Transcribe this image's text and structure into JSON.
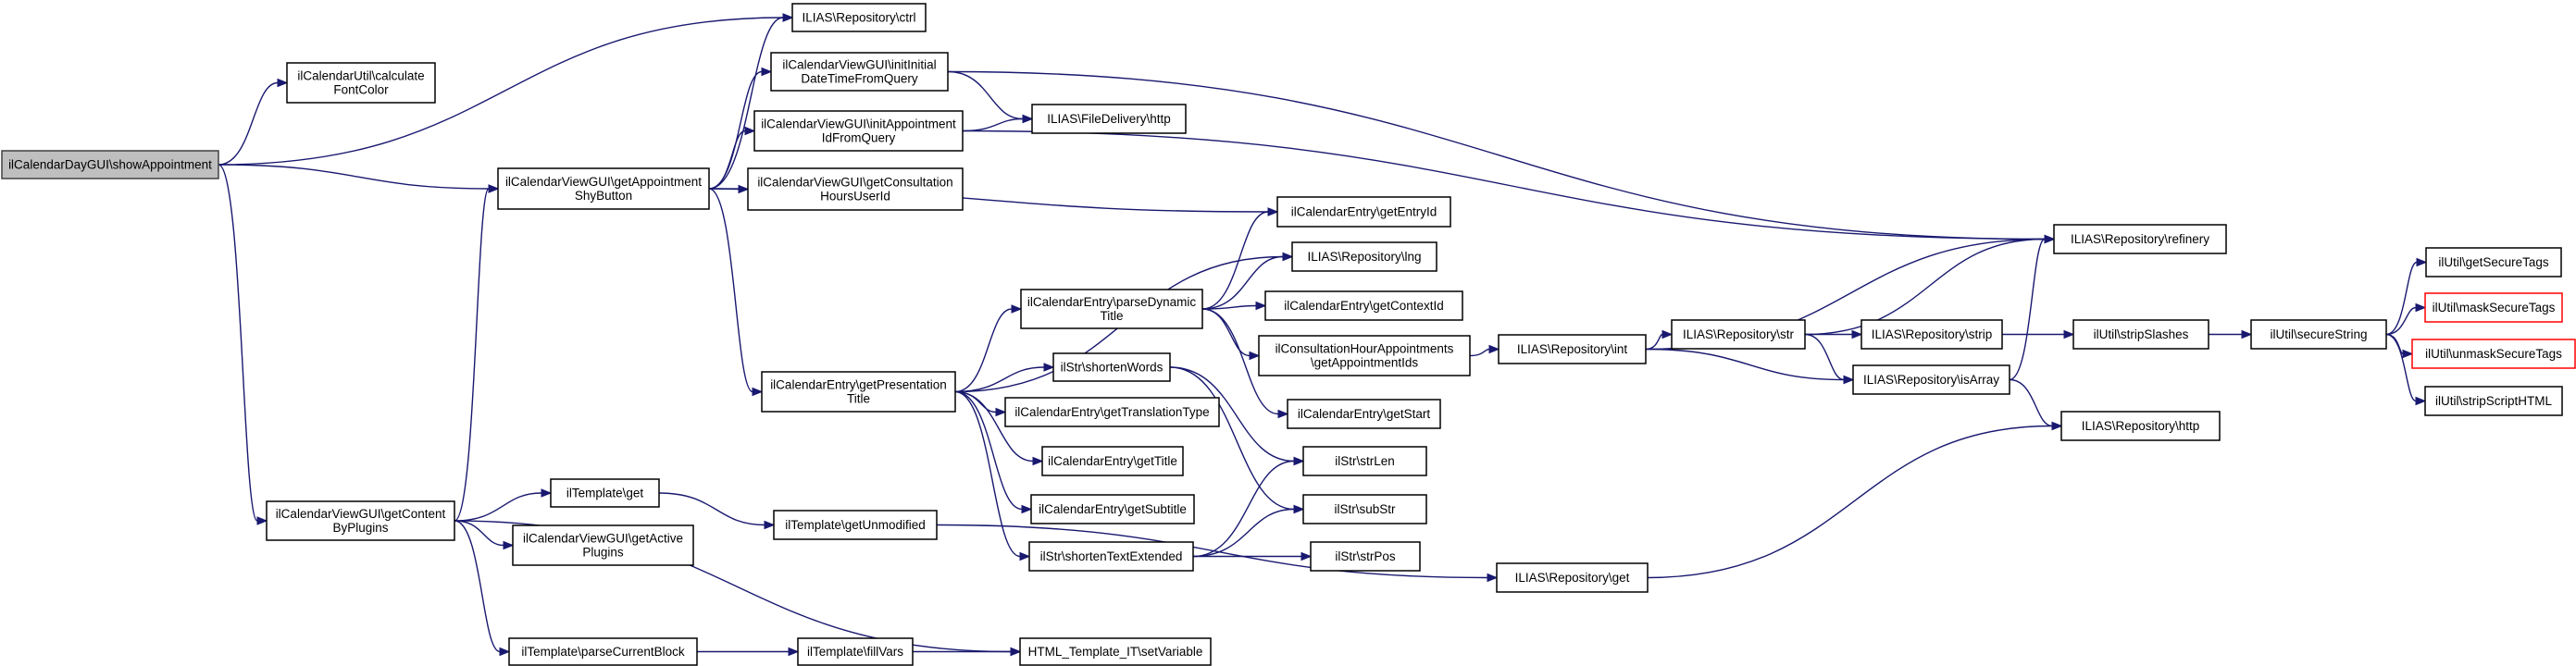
{
  "nodes": {
    "n_show": {
      "lines": [
        "ilCalendarDayGUI\\showAppointment"
      ],
      "root": true
    },
    "n_calcfont": {
      "lines": [
        "ilCalendarUtil\\calculate",
        "FontColor"
      ]
    },
    "n_ctrl": {
      "lines": [
        "ILIAS\\Repository\\ctrl"
      ]
    },
    "n_initdate": {
      "lines": [
        "ilCalendarViewGUI\\initInitial",
        "DateTimeFromQuery"
      ]
    },
    "n_initappt": {
      "lines": [
        "ilCalendarViewGUI\\initAppointment",
        "IdFromQuery"
      ]
    },
    "n_filehttp": {
      "lines": [
        "ILIAS\\FileDelivery\\http"
      ]
    },
    "n_getappt": {
      "lines": [
        "ilCalendarViewGUI\\getAppointment",
        "ShyButton"
      ]
    },
    "n_getconsult": {
      "lines": [
        "ilCalendarViewGUI\\getConsultation",
        "HoursUserId"
      ]
    },
    "n_getentryid": {
      "lines": [
        "ilCalendarEntry\\getEntryId"
      ]
    },
    "n_lng": {
      "lines": [
        "ILIAS\\Repository\\lng"
      ]
    },
    "n_parsedyn": {
      "lines": [
        "ilCalendarEntry\\parseDynamic",
        "Title"
      ]
    },
    "n_getcontext": {
      "lines": [
        "ilCalendarEntry\\getContextId"
      ]
    },
    "n_consultids": {
      "lines": [
        "ilConsultationHourAppointments",
        "\\getAppointmentIds"
      ]
    },
    "n_getstart": {
      "lines": [
        "ilCalendarEntry\\getStart"
      ]
    },
    "n_shortwords": {
      "lines": [
        "ilStr\\shortenWords"
      ]
    },
    "n_getpres": {
      "lines": [
        "ilCalendarEntry\\getPresentation",
        "Title"
      ]
    },
    "n_transtype": {
      "lines": [
        "ilCalendarEntry\\getTranslationType"
      ]
    },
    "n_gettitle": {
      "lines": [
        "ilCalendarEntry\\getTitle"
      ]
    },
    "n_getsubtitle": {
      "lines": [
        "ilCalendarEntry\\getSubtitle"
      ]
    },
    "n_strlen": {
      "lines": [
        "ilStr\\strLen"
      ]
    },
    "n_substr": {
      "lines": [
        "ilStr\\subStr"
      ]
    },
    "n_shorttext": {
      "lines": [
        "ilStr\\shortenTextExtended"
      ]
    },
    "n_strpos": {
      "lines": [
        "ilStr\\strPos"
      ]
    },
    "n_getcontent": {
      "lines": [
        "ilCalendarViewGUI\\getContent",
        "ByPlugins"
      ]
    },
    "n_tplget": {
      "lines": [
        "ilTemplate\\get"
      ]
    },
    "n_getactive": {
      "lines": [
        "ilCalendarViewGUI\\getActive",
        "Plugins"
      ]
    },
    "n_getunmod": {
      "lines": [
        "ilTemplate\\getUnmodified"
      ]
    },
    "n_parseblock": {
      "lines": [
        "ilTemplate\\parseCurrentBlock"
      ]
    },
    "n_fillvars": {
      "lines": [
        "ilTemplate\\fillVars"
      ]
    },
    "n_setvar": {
      "lines": [
        "HTML_Template_IT\\setVariable"
      ]
    },
    "n_repoget": {
      "lines": [
        "ILIAS\\Repository\\get"
      ]
    },
    "n_repoint": {
      "lines": [
        "ILIAS\\Repository\\int"
      ]
    },
    "n_repostr": {
      "lines": [
        "ILIAS\\Repository\\str"
      ]
    },
    "n_repostrip": {
      "lines": [
        "ILIAS\\Repository\\strip"
      ]
    },
    "n_isarray": {
      "lines": [
        "ILIAS\\Repository\\isArray"
      ]
    },
    "n_refinery": {
      "lines": [
        "ILIAS\\Repository\\refinery"
      ]
    },
    "n_repohttp": {
      "lines": [
        "ILIAS\\Repository\\http"
      ]
    },
    "n_stripslashes": {
      "lines": [
        "ilUtil\\stripSlashes"
      ]
    },
    "n_securestring": {
      "lines": [
        "ilUtil\\secureString"
      ]
    },
    "n_getsecuretags": {
      "lines": [
        "ilUtil\\getSecureTags"
      ]
    },
    "n_masksecure": {
      "lines": [
        "ilUtil\\maskSecureTags"
      ],
      "red": true
    },
    "n_unmasksecure": {
      "lines": [
        "ilUtil\\unmaskSecureTags"
      ],
      "red": true
    },
    "n_stripscript": {
      "lines": [
        "ilUtil\\stripScriptHTML"
      ]
    }
  },
  "edges": [
    [
      "n_show",
      "n_calcfont"
    ],
    [
      "n_show",
      "n_ctrl"
    ],
    [
      "n_show",
      "n_getappt"
    ],
    [
      "n_show",
      "n_getcontent"
    ],
    [
      "n_getappt",
      "n_ctrl"
    ],
    [
      "n_getappt",
      "n_initdate"
    ],
    [
      "n_getappt",
      "n_initappt"
    ],
    [
      "n_getappt",
      "n_getconsult"
    ],
    [
      "n_getappt",
      "n_getentryid"
    ],
    [
      "n_getappt",
      "n_getpres"
    ],
    [
      "n_initdate",
      "n_filehttp"
    ],
    [
      "n_initdate",
      "n_refinery"
    ],
    [
      "n_initappt",
      "n_filehttp"
    ],
    [
      "n_initappt",
      "n_refinery"
    ],
    [
      "n_getpres",
      "n_lng"
    ],
    [
      "n_getpres",
      "n_parsedyn"
    ],
    [
      "n_getpres",
      "n_shortwords"
    ],
    [
      "n_getpres",
      "n_transtype"
    ],
    [
      "n_getpres",
      "n_gettitle"
    ],
    [
      "n_getpres",
      "n_getsubtitle"
    ],
    [
      "n_getpres",
      "n_shorttext"
    ],
    [
      "n_parsedyn",
      "n_getentryid"
    ],
    [
      "n_parsedyn",
      "n_lng"
    ],
    [
      "n_parsedyn",
      "n_getcontext"
    ],
    [
      "n_parsedyn",
      "n_consultids"
    ],
    [
      "n_parsedyn",
      "n_getstart"
    ],
    [
      "n_shortwords",
      "n_strlen"
    ],
    [
      "n_shortwords",
      "n_substr"
    ],
    [
      "n_shorttext",
      "n_strlen"
    ],
    [
      "n_shorttext",
      "n_substr"
    ],
    [
      "n_shorttext",
      "n_strpos"
    ],
    [
      "n_consultids",
      "n_repoint"
    ],
    [
      "n_repoint",
      "n_refinery"
    ],
    [
      "n_repoint",
      "n_repostr"
    ],
    [
      "n_repoint",
      "n_isarray"
    ],
    [
      "n_repostr",
      "n_refinery"
    ],
    [
      "n_repostr",
      "n_repostrip"
    ],
    [
      "n_repostr",
      "n_isarray"
    ],
    [
      "n_repostrip",
      "n_stripslashes"
    ],
    [
      "n_isarray",
      "n_refinery"
    ],
    [
      "n_isarray",
      "n_repohttp"
    ],
    [
      "n_stripslashes",
      "n_securestring"
    ],
    [
      "n_securestring",
      "n_getsecuretags"
    ],
    [
      "n_securestring",
      "n_masksecure"
    ],
    [
      "n_securestring",
      "n_unmasksecure"
    ],
    [
      "n_securestring",
      "n_stripscript"
    ],
    [
      "n_getcontent",
      "n_getappt"
    ],
    [
      "n_getcontent",
      "n_tplget"
    ],
    [
      "n_getcontent",
      "n_getactive"
    ],
    [
      "n_getcontent",
      "n_parseblock"
    ],
    [
      "n_getcontent",
      "n_setvar"
    ],
    [
      "n_tplget",
      "n_getunmod"
    ],
    [
      "n_getunmod",
      "n_repoget"
    ],
    [
      "n_repoget",
      "n_repohttp"
    ],
    [
      "n_parseblock",
      "n_fillvars"
    ],
    [
      "n_fillvars",
      "n_setvar"
    ]
  ]
}
